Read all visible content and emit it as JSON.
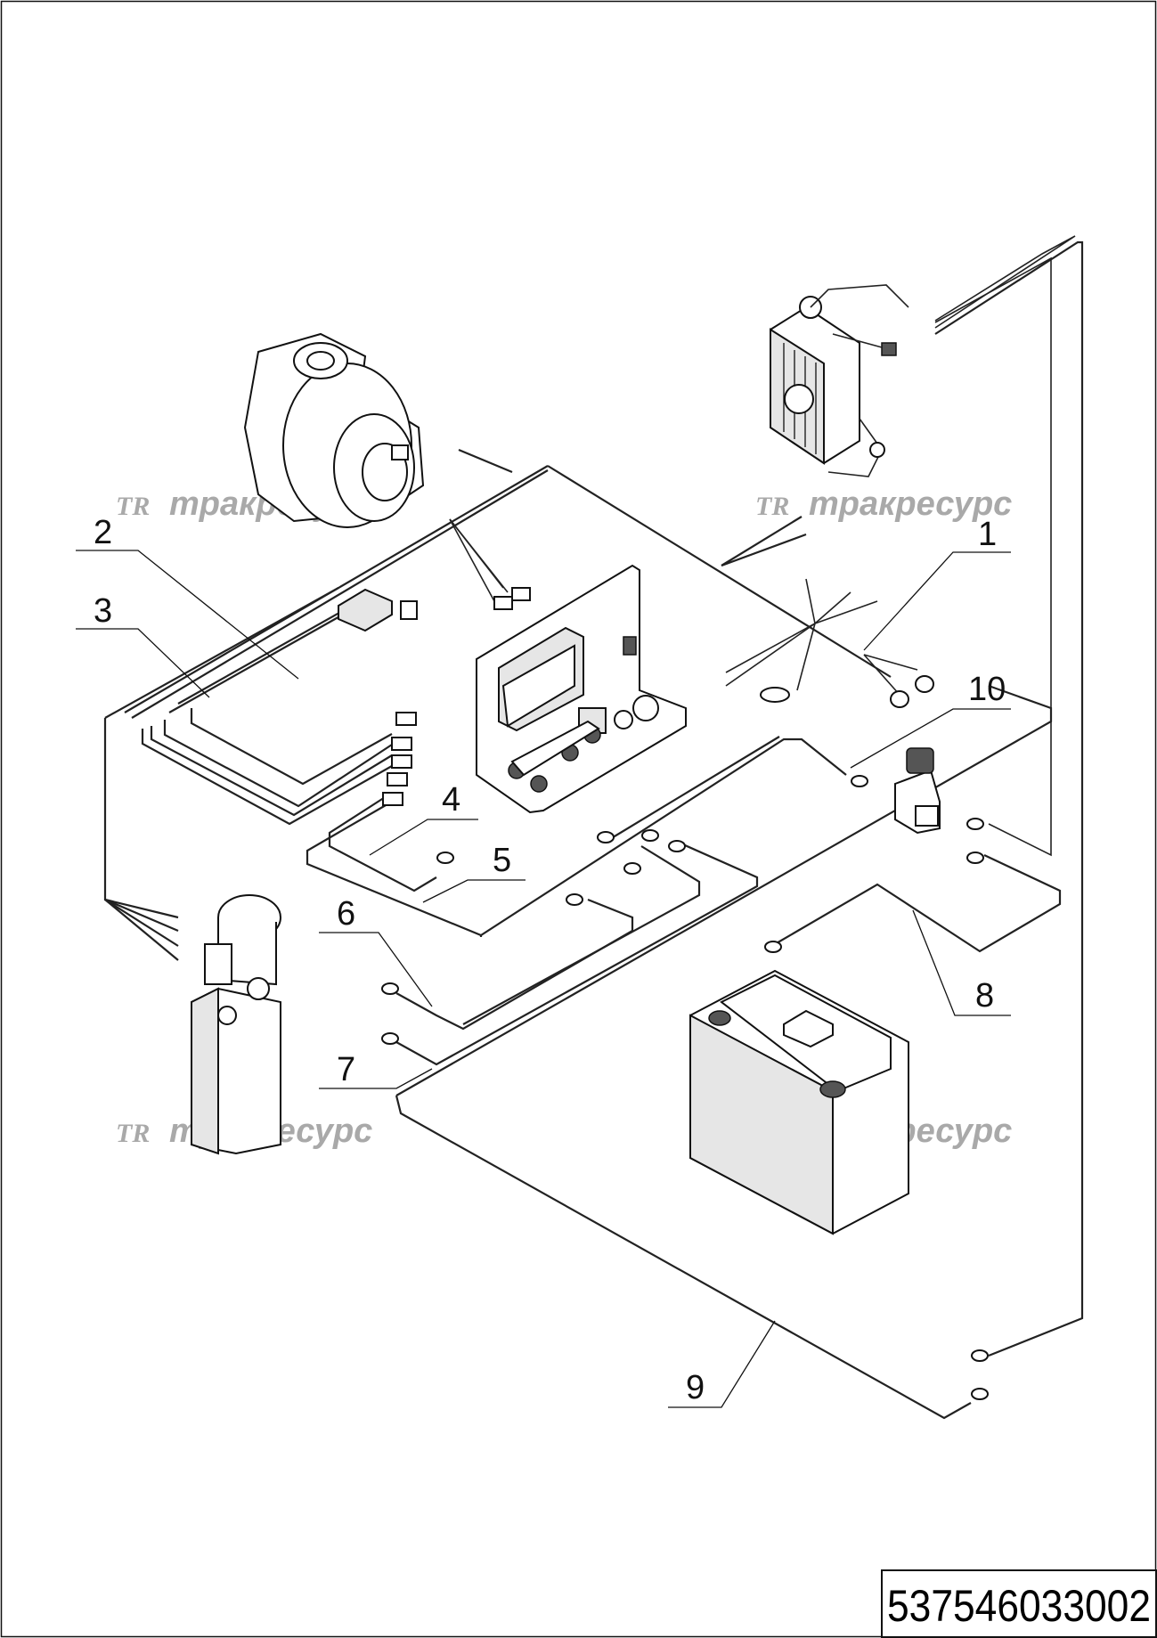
{
  "document_number": "537546033002",
  "watermark": {
    "logo": "TR",
    "text": "тракресурс"
  },
  "callouts": [
    {
      "id": "1",
      "label": "1"
    },
    {
      "id": "2",
      "label": "2"
    },
    {
      "id": "3",
      "label": "3"
    },
    {
      "id": "4",
      "label": "4"
    },
    {
      "id": "5",
      "label": "5"
    },
    {
      "id": "6",
      "label": "6"
    },
    {
      "id": "7",
      "label": "7"
    },
    {
      "id": "8",
      "label": "8"
    },
    {
      "id": "9",
      "label": "9"
    },
    {
      "id": "10",
      "label": "10"
    }
  ],
  "colors": {
    "line": "#111111",
    "watermark": "#a9a9a9",
    "background": "#ffffff"
  }
}
